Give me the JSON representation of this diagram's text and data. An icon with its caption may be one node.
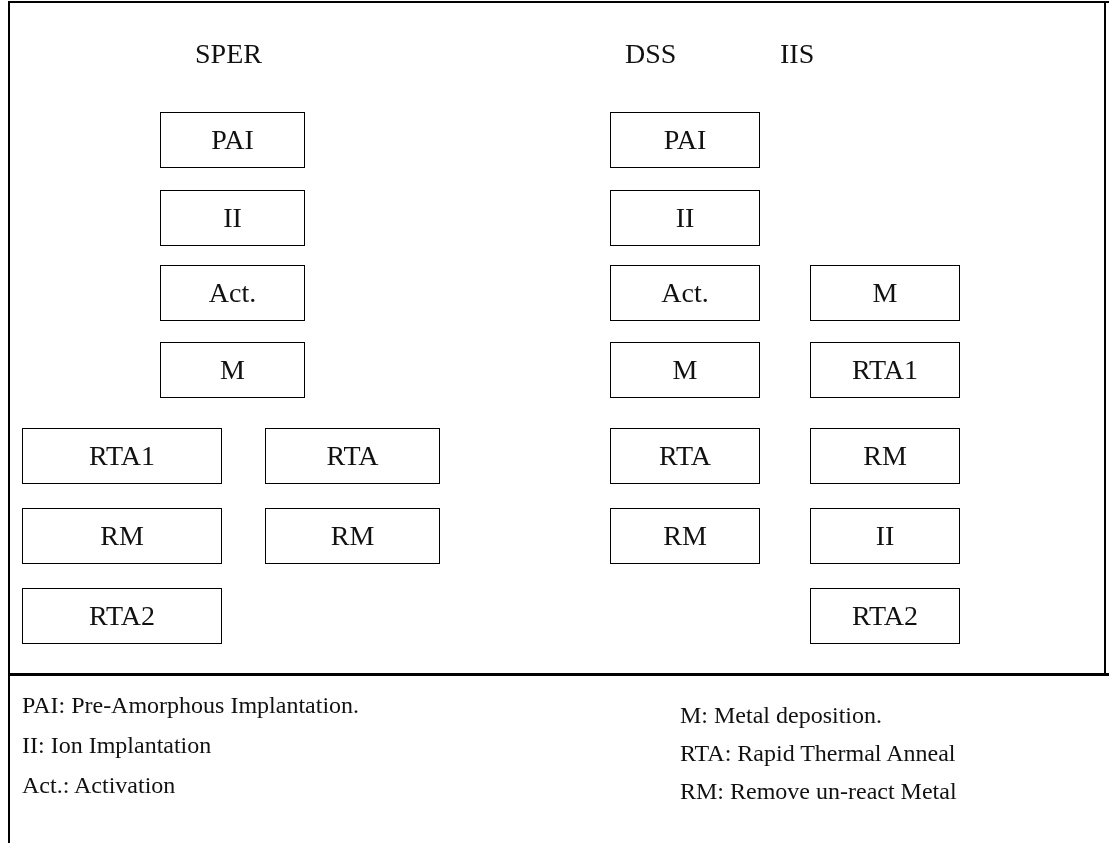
{
  "diagram": {
    "nodes": [
      {
        "text": [
          "PAI"
        ]
      },
      {
        "text": [
          "II"
        ]
      },
      {
        "text": [
          "Act."
        ]
      },
      {
        "text": [
          "M"
        ]
      },
      {
        "text": [
          "RTA1"
        ]
      },
      {
        "text": [
          "RTA"
        ]
      },
      {
        "text": [
          "RM"
        ]
      },
      {
        "text": [
          "RM"
        ]
      },
      {
        "text": [
          "RTA2"
        ]
      },
      {
        "text": [
          "PAI"
        ]
      },
      {
        "text": [
          "II"
        ]
      },
      {
        "text": [
          "Act."
        ]
      },
      {
        "text": [
          "M"
        ]
      },
      {
        "text": [
          "RTA"
        ]
      },
      {
        "text": [
          "RM"
        ]
      },
      {
        "text": [
          "M"
        ]
      },
      {
        "text": [
          "RTA1"
        ]
      },
      {
        "text": [
          "RM"
        ]
      },
      {
        "text": [
          "II"
        ]
      },
      {
        "text": [
          "RTA2"
        ]
      }
    ],
    "labels": [
      "SPER",
      "DSS",
      "IIS",
      "PAI: Pre-Amorphous Implantation.",
      "M: Metal deposition.",
      "II: Ion Implantation",
      "RTA: Rapid Thermal Anneal",
      "Act.: Activation",
      "RM: Remove un-react Metal"
    ]
  }
}
